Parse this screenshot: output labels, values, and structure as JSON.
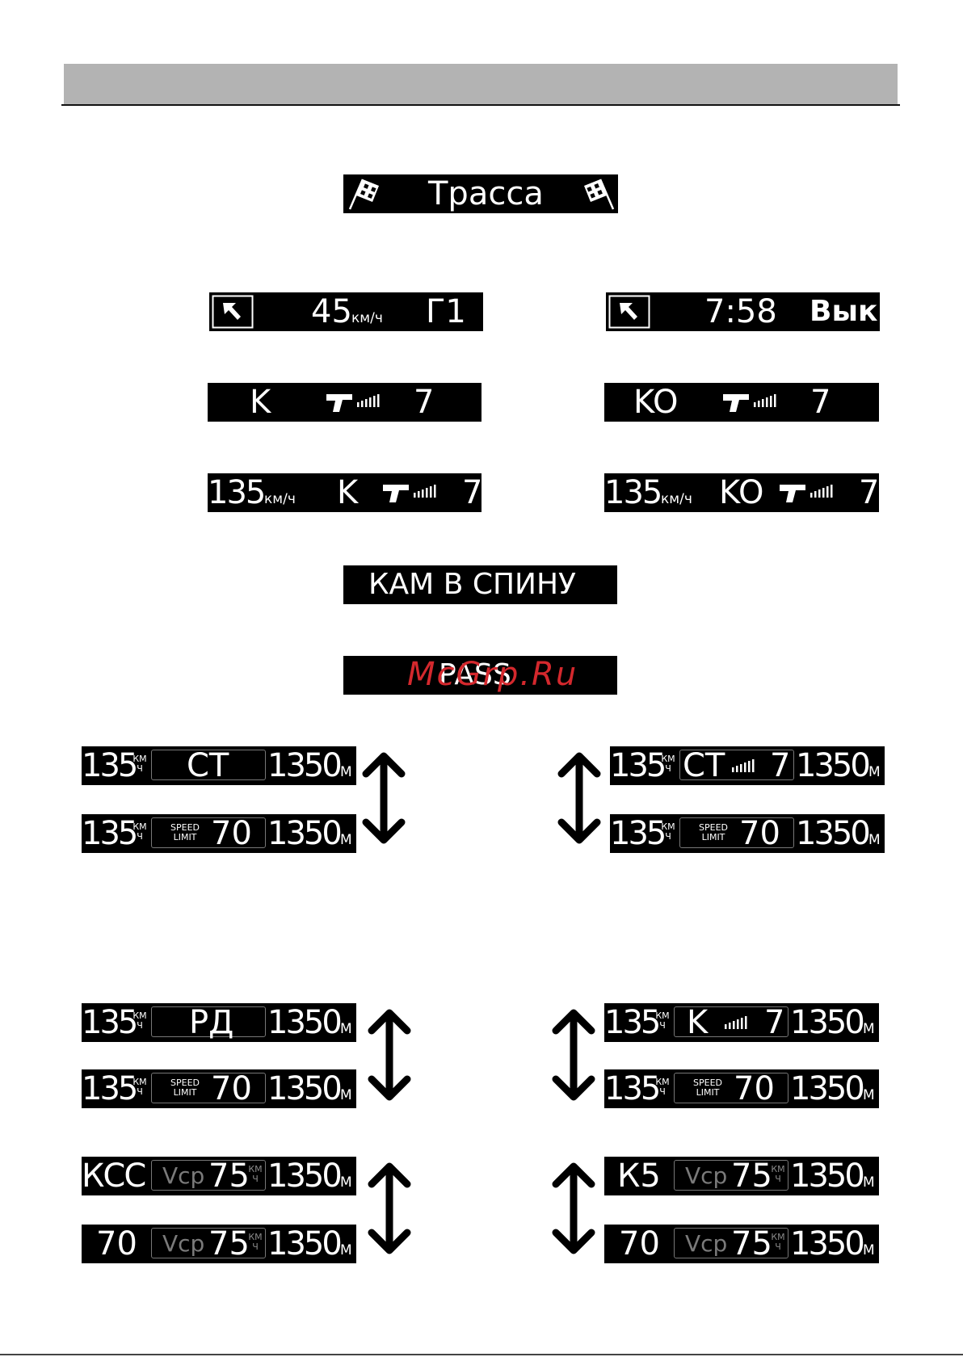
{
  "mode_title": "Трасса",
  "gps": {
    "speed": "45",
    "speed_unit": "км/ч",
    "mode": "Г1",
    "time": "7:58",
    "state": "Вык"
  },
  "radar": {
    "band_k": "K",
    "band_ko": "KO",
    "level": "7",
    "speed": "135",
    "speed_unit": "км/ч"
  },
  "warnings": {
    "rear_camera": "КАМ В СПИНУ",
    "pass": "PASS"
  },
  "units": {
    "km": "КМ",
    "h": "Ч",
    "meters": "М"
  },
  "speed_limit": {
    "line1": "SPEED",
    "line2": "LIMIT",
    "value": "70"
  },
  "avg": {
    "label": "Vcp",
    "value": "75"
  },
  "pairs": {
    "current_speed": "135",
    "distance": "1350",
    "st": "CT",
    "rd": "РД",
    "k": "K",
    "level": "7",
    "kcc": "КСС",
    "k5": "К5",
    "limit_value": "70"
  },
  "watermark": "McGrp.Ru"
}
